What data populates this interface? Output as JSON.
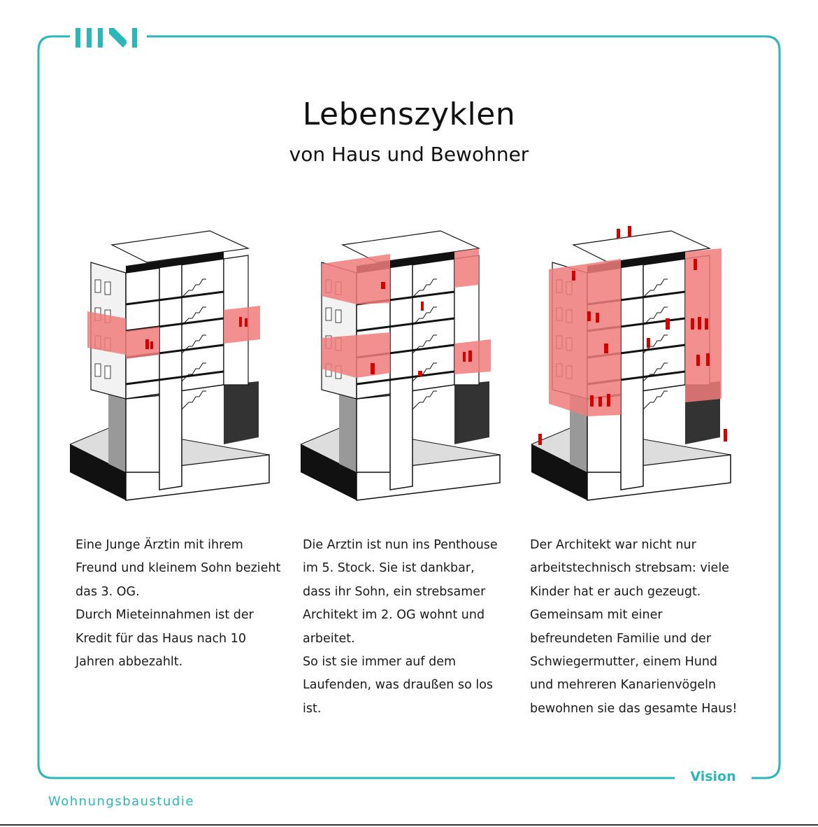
{
  "page": {
    "title": "Lebenszyklen",
    "subtitle": "von Haus und Bewohner",
    "section_label": "Vision",
    "footer_label": "Wohnungsbaustudie",
    "accent_color": "#2bb7b9",
    "highlight_color": "#f07b7b"
  },
  "illustrations": [
    {
      "icon": "building-section-diagram",
      "highlighted_floors": [
        "3. OG"
      ]
    },
    {
      "icon": "building-section-diagram",
      "highlighted_floors": [
        "2. OG",
        "5. Stock"
      ]
    },
    {
      "icon": "building-section-diagram",
      "highlighted_floors": [
        "alle"
      ]
    }
  ],
  "captions": [
    {
      "lines": [
        "Eine Junge Ärztin mit ihrem",
        "Freund und kleinem Sohn bezieht",
        "das 3. OG.",
        "Durch Mieteinnahmen ist der",
        "Kredit für das Haus nach 10",
        "Jahren abbezahlt."
      ]
    },
    {
      "lines": [
        "Die Arztin ist nun ins Penthouse",
        "im 5. Stock. Sie ist dankbar,",
        "dass ihr Sohn, ein strebsamer",
        "Architekt im 2. OG wohnt und",
        "arbeitet.",
        "So ist sie immer auf dem",
        "Laufenden, was draußen so los",
        "ist."
      ]
    },
    {
      "lines": [
        "Der Architekt war nicht nur",
        "arbeitstechnisch strebsam: viele",
        "Kinder hat er auch gezeugt.",
        "Gemeinsam mit einer",
        "befreundeten Familie und der",
        "Schwiegermutter, einem Hund",
        "und mehreren Kanarienvögeln",
        "bewohnen sie das gesamte Haus!"
      ]
    }
  ]
}
